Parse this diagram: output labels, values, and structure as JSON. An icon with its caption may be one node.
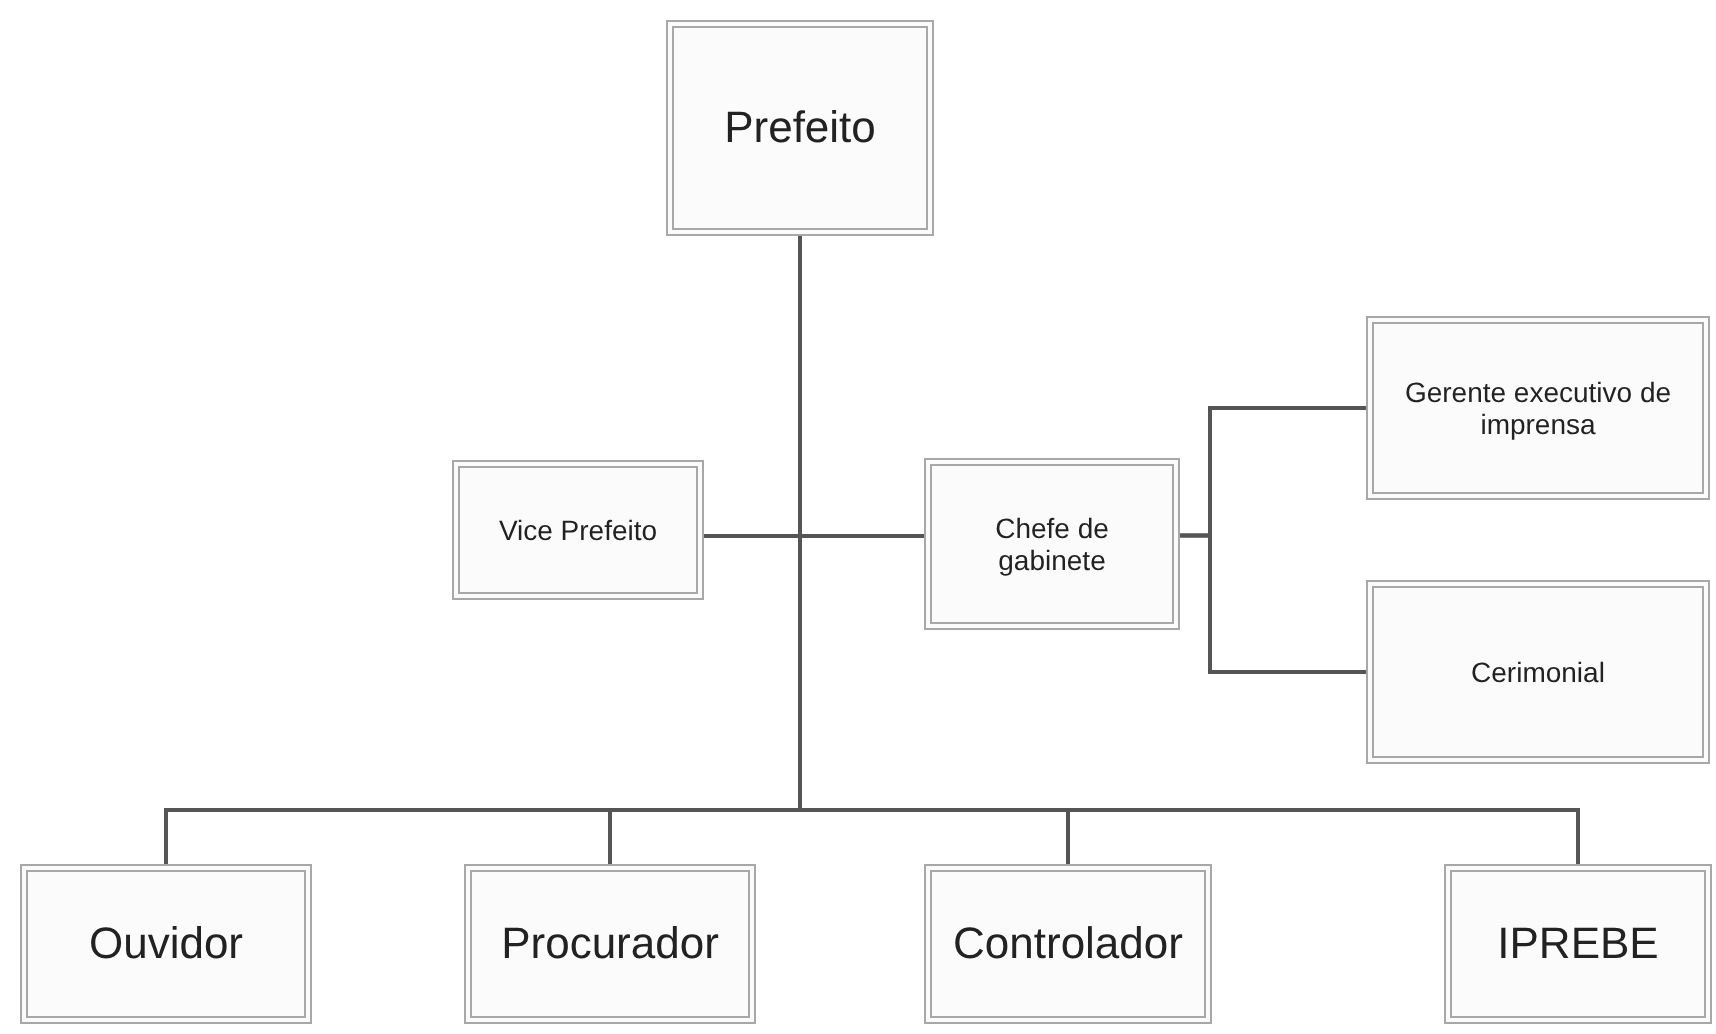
{
  "diagram": {
    "nodes": [
      {
        "text": [
          "Prefeito"
        ]
      },
      {
        "text": [
          "Vice Prefeito"
        ]
      },
      {
        "text": [
          "Chefe de gabinete"
        ]
      },
      {
        "text": [
          "Gerente executivo de imprensa"
        ]
      },
      {
        "text": [
          "Cerimonial"
        ]
      },
      {
        "text": [
          "Ouvidor"
        ]
      },
      {
        "text": [
          "Procurador"
        ]
      },
      {
        "text": [
          "Controlador"
        ]
      },
      {
        "text": [
          "IPREBE"
        ]
      }
    ],
    "edges": [
      {
        "from": 0,
        "to": 1,
        "arrow": "none"
      },
      {
        "from": 0,
        "to": 2,
        "arrow": "none"
      },
      {
        "from": 2,
        "to": 3,
        "arrow": "none"
      },
      {
        "from": 2,
        "to": 4,
        "arrow": "none"
      },
      {
        "from": 0,
        "to": 5,
        "arrow": "none"
      },
      {
        "from": 0,
        "to": 6,
        "arrow": "none"
      },
      {
        "from": 0,
        "to": 7,
        "arrow": "none"
      },
      {
        "from": 0,
        "to": 8,
        "arrow": "none"
      }
    ]
  }
}
